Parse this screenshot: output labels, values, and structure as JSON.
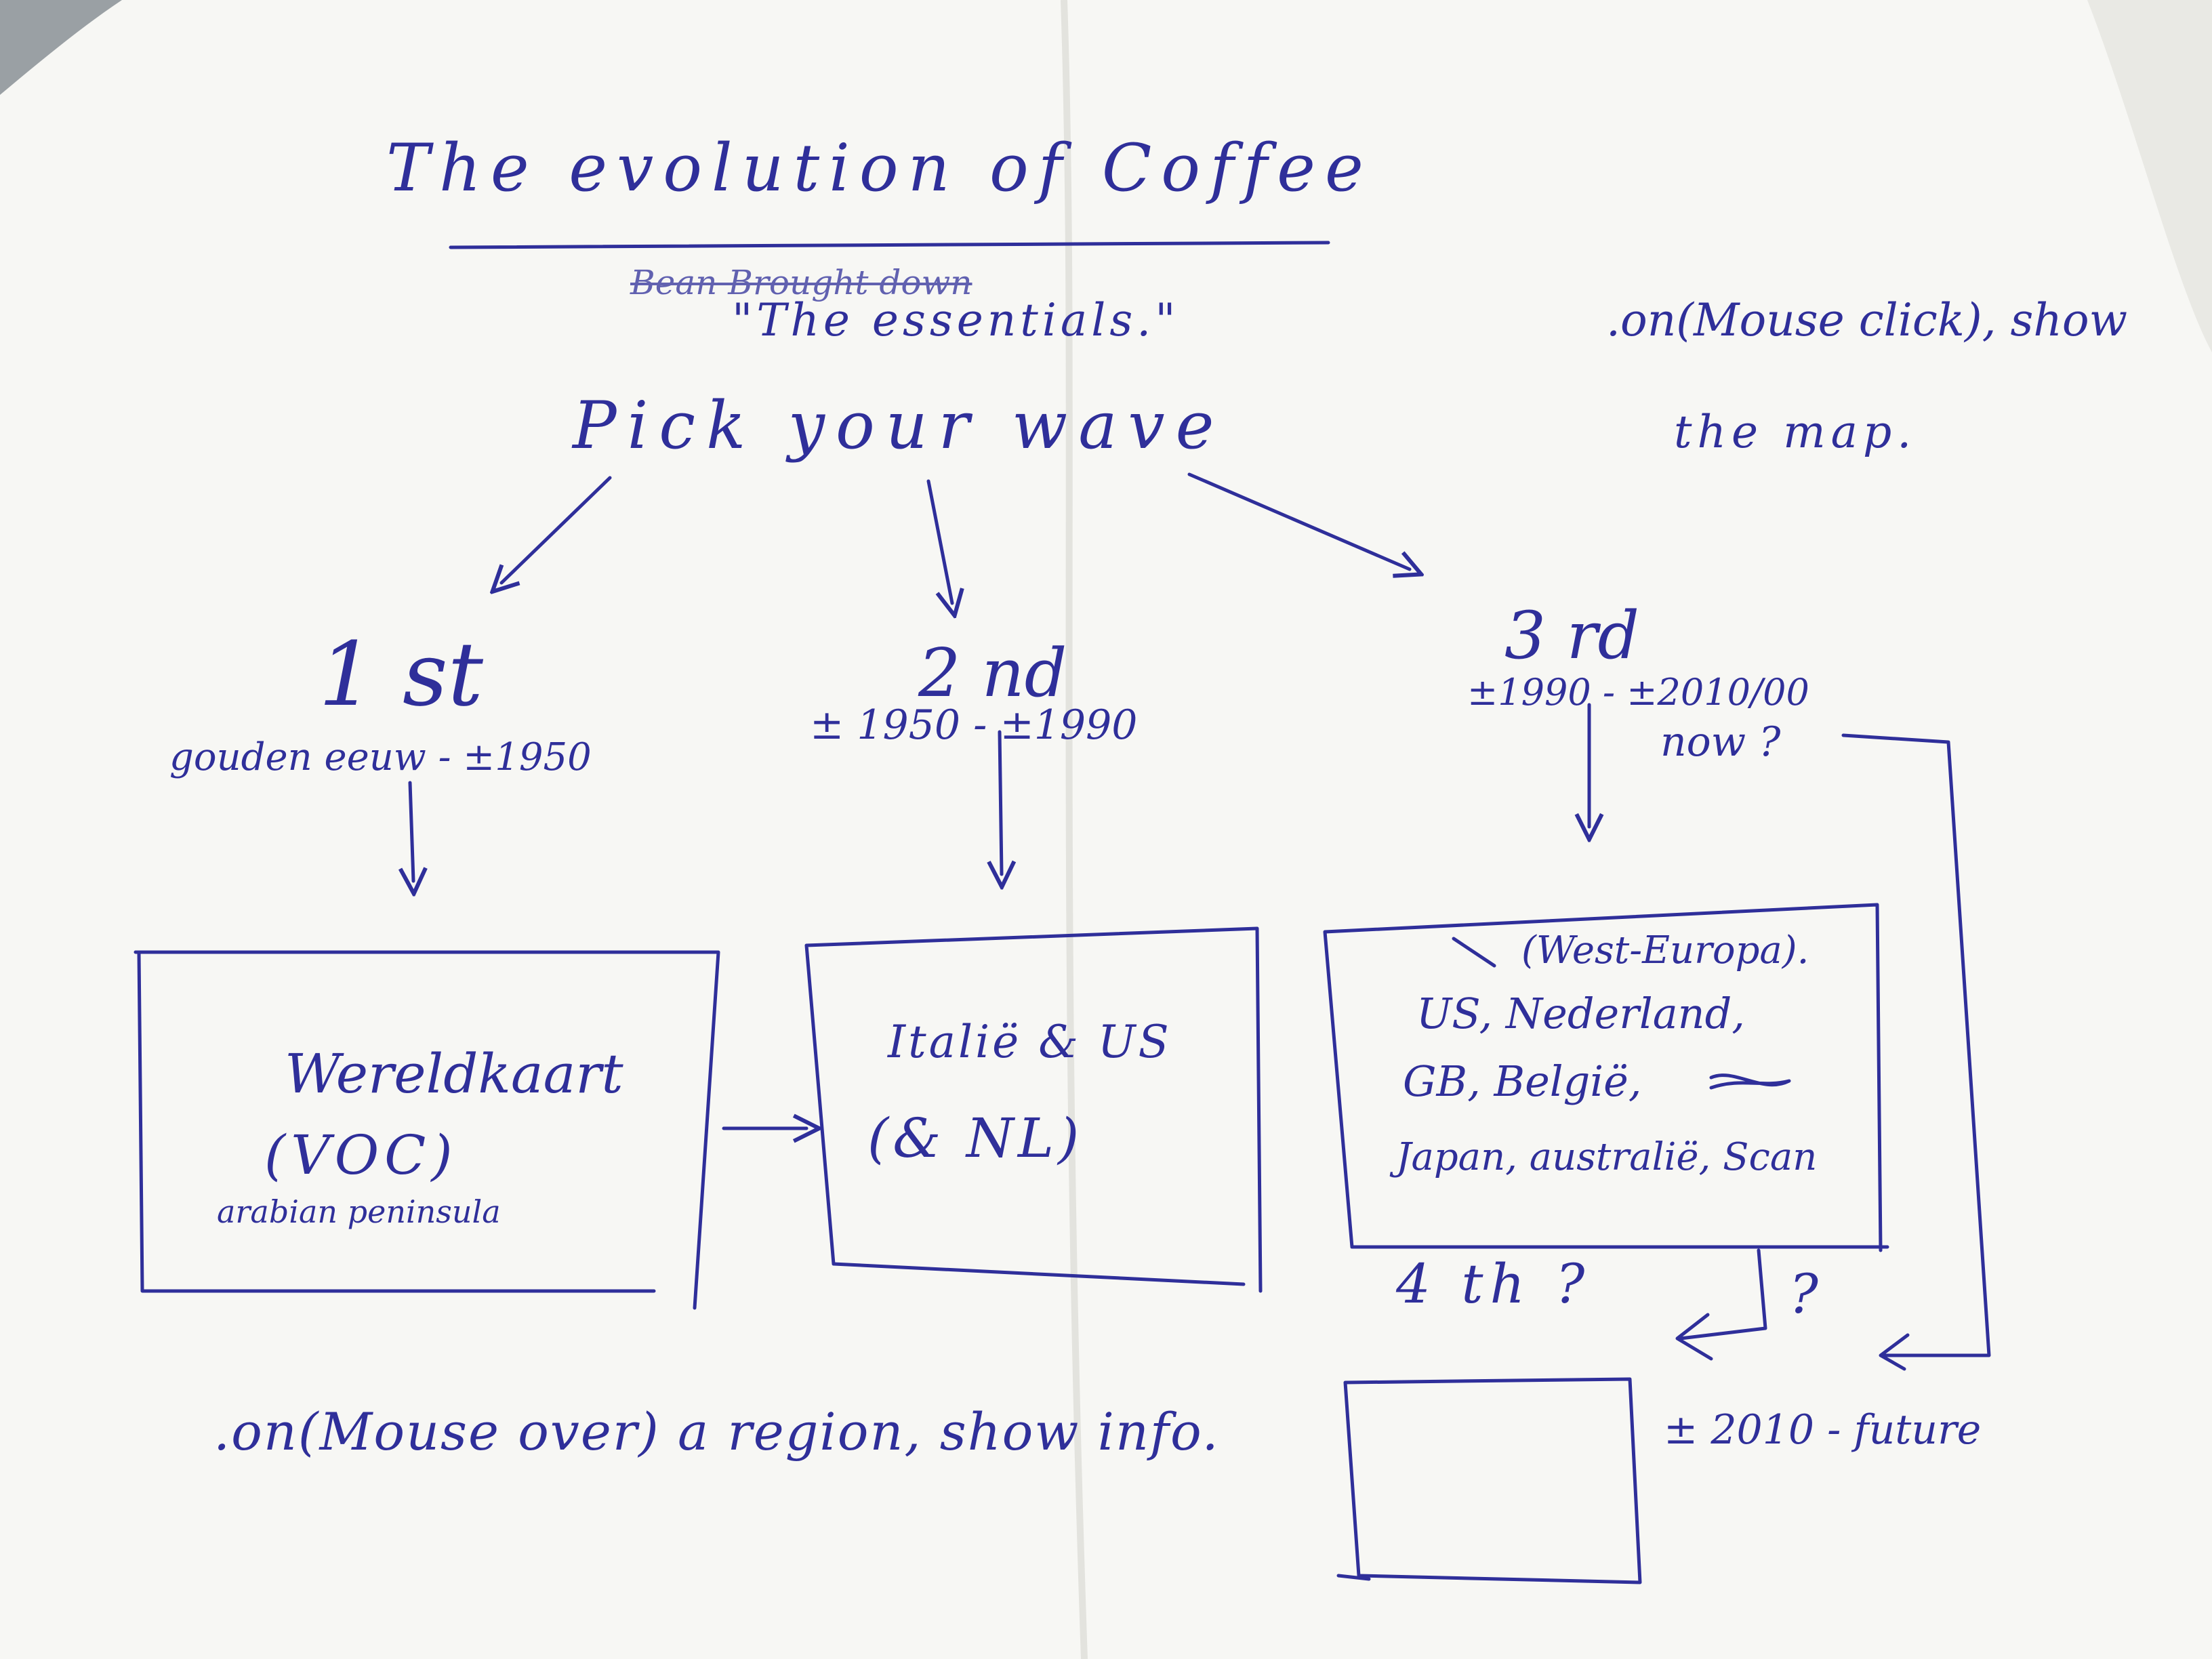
{
  "note": {
    "title": "The evolution of Coffee",
    "subtitle_struck": "Bean Brought down",
    "subtitle": "\"The essentials.\"",
    "prompt": "Pick your wave",
    "click_note_line1": ".on(Mouse click), show",
    "click_note_line2": "the map."
  },
  "waves": [
    {
      "label": "1 st",
      "period": "gouden eeuw - ±1950",
      "box_lines": [
        "Wereldkaart",
        "(VOC)",
        "arabian peninsula"
      ]
    },
    {
      "label": "2 nd",
      "period": "± 1950 - ±1990",
      "box_lines": [
        "Italië & US",
        "(& NL)"
      ]
    },
    {
      "label": "3 rd",
      "period": "±1990 - ±2010/00",
      "period_extra": "now ?",
      "box_lines": [
        "(West-Europa).",
        "US, Nederland,",
        "GB, België,",
        "Japan, australië, Scan"
      ]
    }
  ],
  "fourth": {
    "label": "4 th ?",
    "question": "?",
    "period": "± 2010 - future"
  },
  "hover_note": ".on(Mouse over) a region, show info.",
  "colors": {
    "paper": "#f7f7f4",
    "ink": "#2f2f9a",
    "background": "#8a8f93"
  }
}
